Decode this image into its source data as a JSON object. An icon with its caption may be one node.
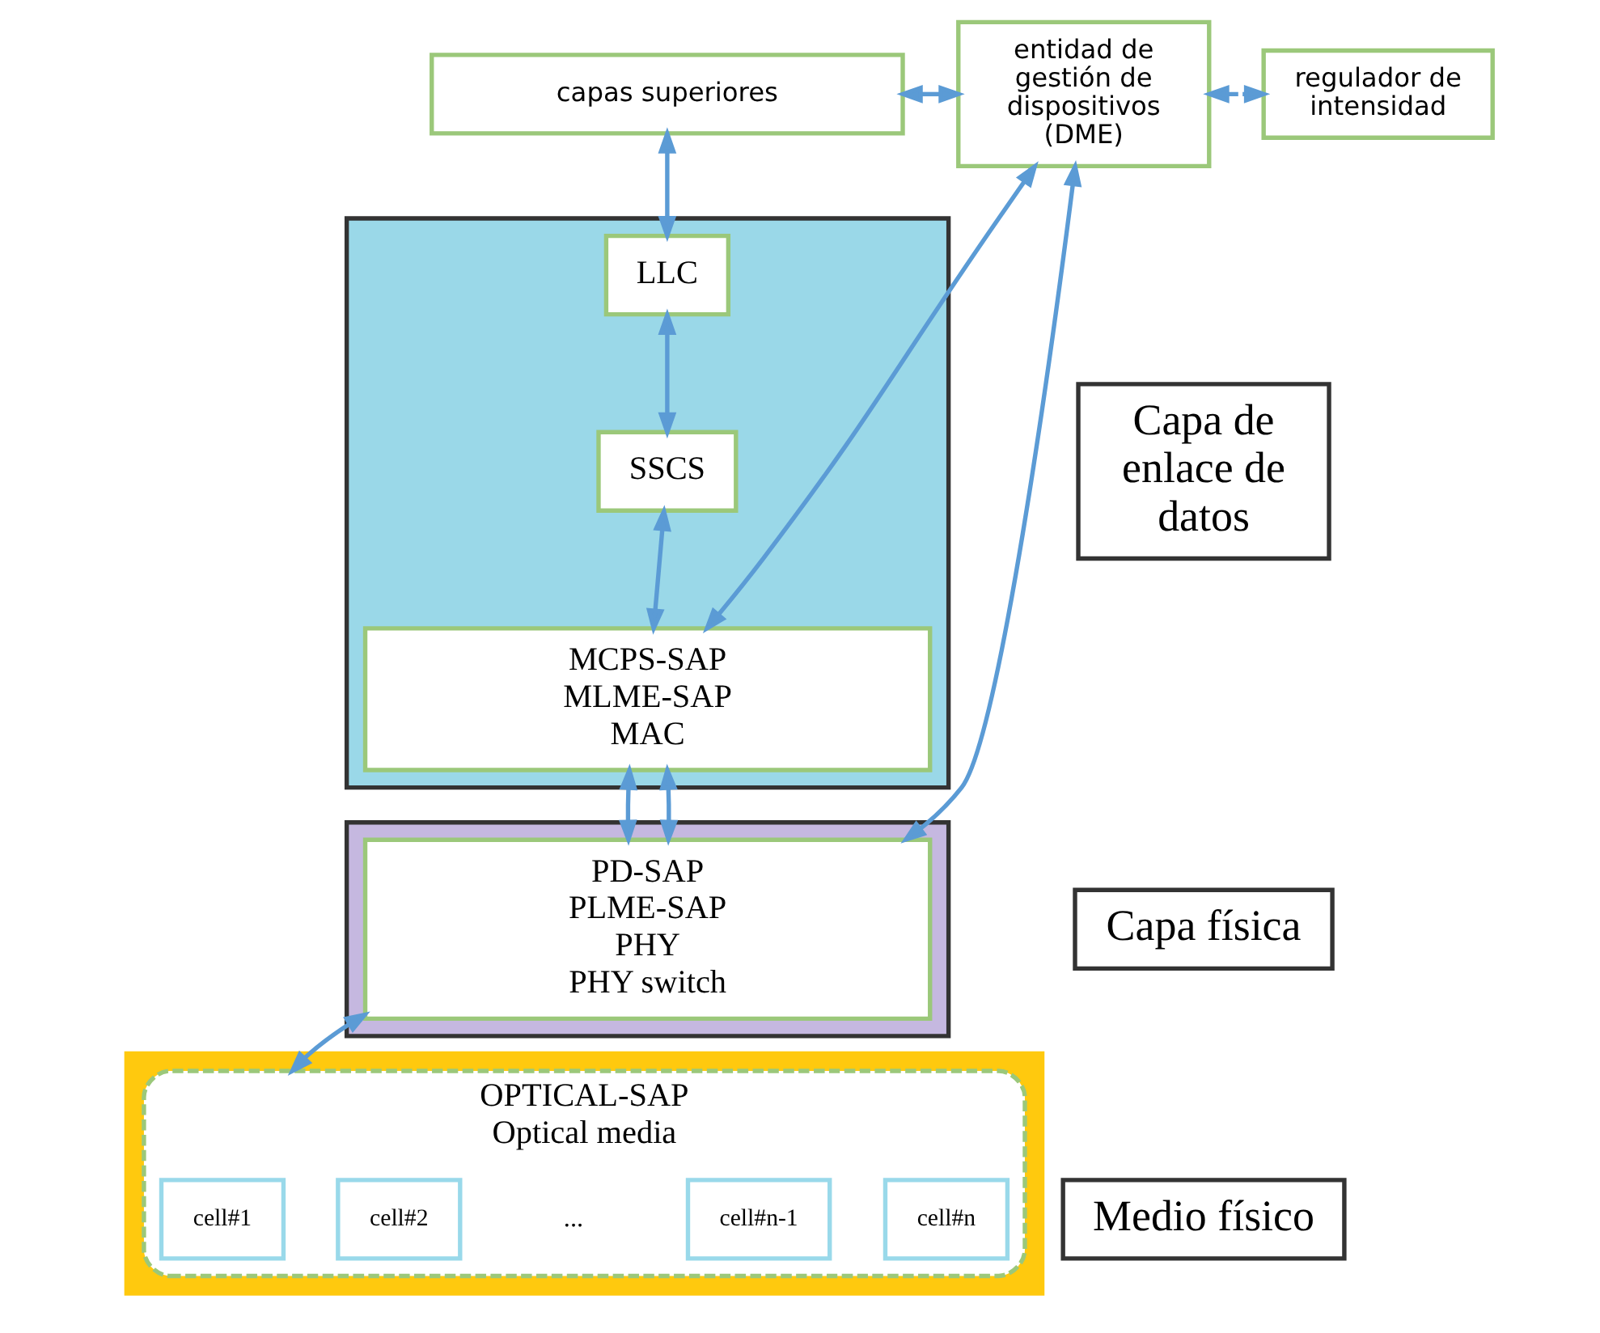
{
  "diagram": {
    "nodes": [
      {
        "text": [
          "capas superiores"
        ]
      },
      {
        "text": [
          "Capa de enlace de datos"
        ]
      },
      {
        "text": [
          "Capa física"
        ]
      },
      {
        "text": [
          "Medio físico"
        ]
      },
      {
        "text": [],
        "shape": "box"
      },
      {
        "text": [
          "LLC"
        ],
        "in": 4
      },
      {
        "text": [
          "SSCS"
        ],
        "in": 4
      },
      {
        "text": [
          "MCPS-SAP",
          "MLME-SAP",
          "MAC"
        ],
        "in": 4
      },
      {
        "text": [],
        "shape": "box"
      },
      {
        "text": [
          "PD-SAP",
          "PLME-SAP",
          "PHY",
          "PHY switch"
        ],
        "in": 8
      },
      {
        "text": [],
        "shape": "box"
      },
      {
        "text": [
          "OPTICAL-SAP",
          "Optical media"
        ],
        "in": 10
      },
      {
        "text": [
          "cell#1"
        ],
        "in": 11
      },
      {
        "text": [
          "cell#2"
        ],
        "in": 11
      },
      {
        "text": [
          "cell#n-1"
        ],
        "in": 11
      },
      {
        "text": [
          "cell#n"
        ],
        "in": 11
      },
      {
        "text": [
          "entidad de gestión de dispositivos (DME)"
        ]
      },
      {
        "text": [
          "regulador de intensidad"
        ]
      }
    ],
    "edges": [
      {
        "from": 0,
        "to": 5,
        "arrow": "both"
      },
      {
        "from": 5,
        "to": 6,
        "arrow": "both"
      },
      {
        "from": 6,
        "to": 7,
        "arrow": "both"
      },
      {
        "from": 7,
        "to": 9,
        "arrow": "both"
      },
      {
        "from": 7,
        "to": 9,
        "arrow": "both"
      },
      {
        "from": 9,
        "to": 11,
        "arrow": "both"
      },
      {
        "from": 0,
        "to": 16,
        "arrow": "both"
      },
      {
        "from": 7,
        "to": 16,
        "arrow": "both"
      },
      {
        "from": 9,
        "to": 16,
        "arrow": "both"
      },
      {
        "from": 16,
        "to": 17,
        "arrow": "both",
        "style": "dashed"
      }
    ],
    "labels": [
      "..."
    ]
  }
}
